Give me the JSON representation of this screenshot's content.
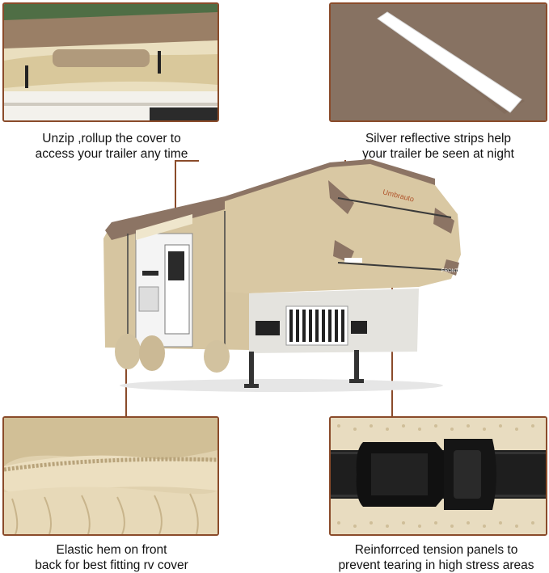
{
  "captions": {
    "top_left": [
      "Unzip ,rollup the cover to",
      "access your trailer any time"
    ],
    "top_right": [
      "Silver reflective strips help",
      "your trailer be seen at night"
    ],
    "bottom_left": [
      "Elastic hem on front",
      "back for best fitting rv cover"
    ],
    "bottom_right": [
      "Reinforrced tension panels to",
      "prevent tearing in high stress areas"
    ]
  },
  "rv": {
    "brand_text": "Umbrauto",
    "front_text": "FRONT"
  },
  "colors": {
    "accent_line": "#8a4b2a",
    "cover_tan": "#d8c7a3",
    "cover_brown": "#8c7464"
  }
}
